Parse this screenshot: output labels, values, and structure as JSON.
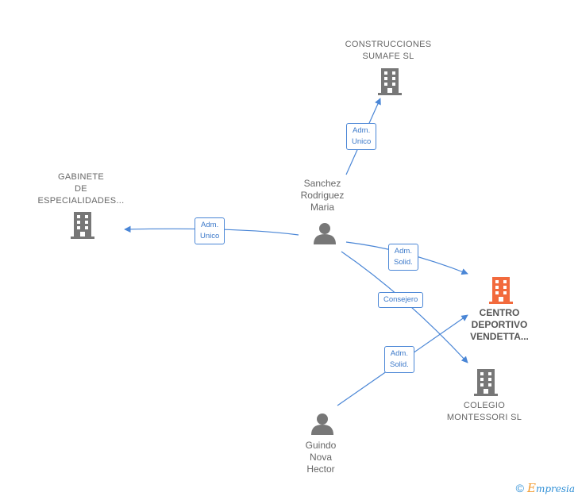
{
  "colors": {
    "accent": "#4a86d6",
    "main_company": "#f26a3d",
    "gray": "#777777"
  },
  "nodes": {
    "construcciones": {
      "label": "CONSTRUCCIONES\nSUMAFE SL",
      "icon": "building-icon"
    },
    "gabinete": {
      "label": "GABINETE\nDE\nESPECIALIDADES...",
      "icon": "building-icon"
    },
    "sanchez": {
      "label": "Sanchez\nRodriguez\nMaria",
      "icon": "person-icon"
    },
    "centro": {
      "label": "CENTRO\nDEPORTIVO\nVENDETTA...",
      "icon": "building-icon"
    },
    "colegio": {
      "label": "COLEGIO\nMONTESSORI SL",
      "icon": "building-icon"
    },
    "guindo": {
      "label": "Guindo\nNova\nHector",
      "icon": "person-icon"
    }
  },
  "edges": {
    "sanchez_construcciones": "Adm.\nUnico",
    "sanchez_gabinete": "Adm.\nUnico",
    "sanchez_centro": "Adm.\nSolid.",
    "sanchez_colegio": "Consejero",
    "guindo_centro": "Adm.\nSolid."
  },
  "footer": {
    "copyright": "©",
    "brand_initial": "E",
    "brand_rest": "mpresia"
  }
}
